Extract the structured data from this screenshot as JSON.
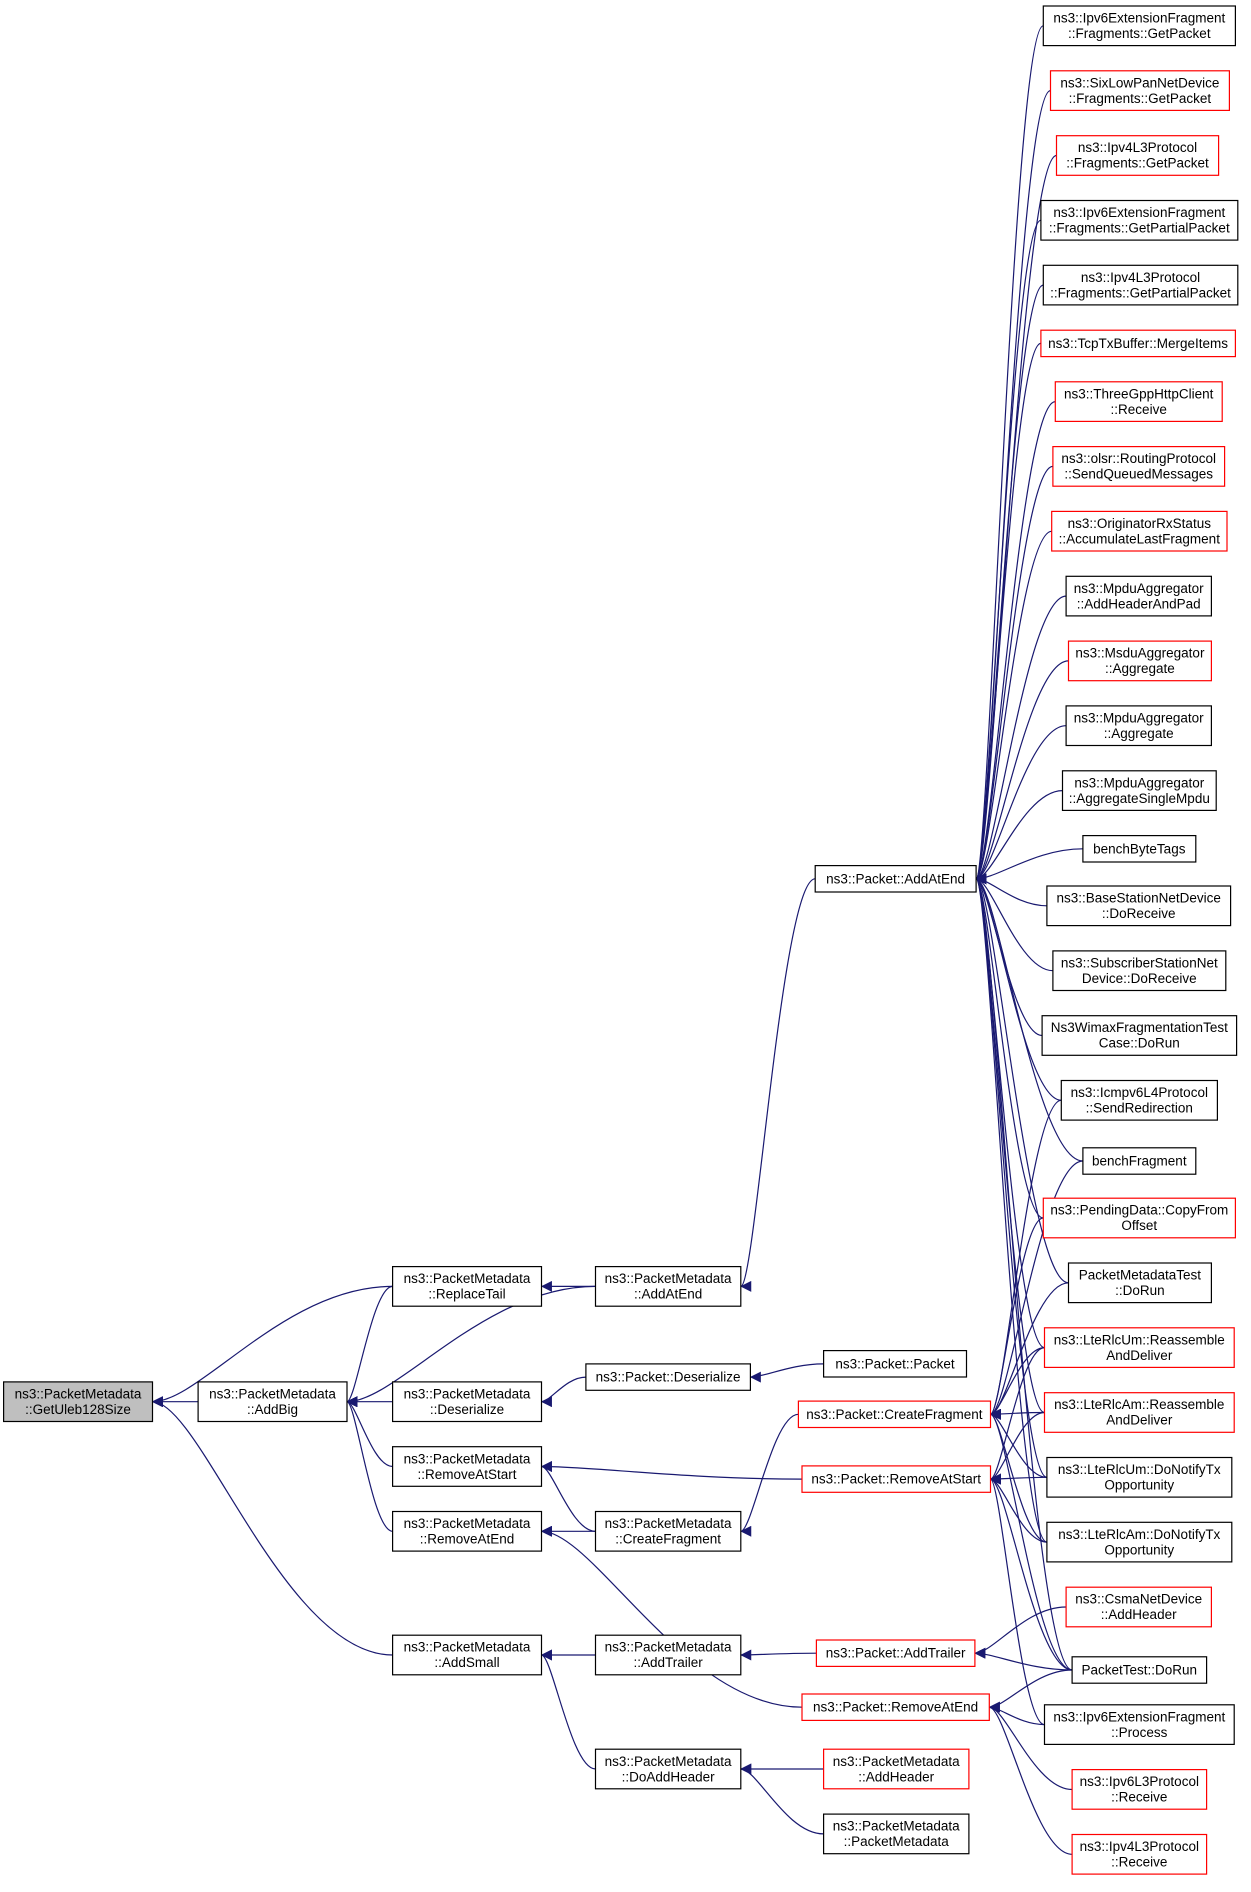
{
  "colors": {
    "edge": "#191970",
    "border_default": "#000000",
    "border_truncated": "#ff0000",
    "fill_focus": "#bfbfbf",
    "fill_default": "#ffffff"
  },
  "nodes": [
    {
      "id": "getuleb",
      "lines": [
        "ns3::PacketMetadata",
        "::GetUleb128Size"
      ],
      "style": "focus"
    },
    {
      "id": "addbig",
      "lines": [
        "ns3::PacketMetadata",
        "::AddBig"
      ],
      "style": "normal"
    },
    {
      "id": "replacetail",
      "lines": [
        "ns3::PacketMetadata",
        "::ReplaceTail"
      ],
      "style": "normal"
    },
    {
      "id": "deserialize",
      "lines": [
        "ns3::PacketMetadata",
        "::Deserialize"
      ],
      "style": "normal"
    },
    {
      "id": "removeatstart_pm",
      "lines": [
        "ns3::PacketMetadata",
        "::RemoveAtStart"
      ],
      "style": "normal"
    },
    {
      "id": "removeatend_pm",
      "lines": [
        "ns3::PacketMetadata",
        "::RemoveAtEnd"
      ],
      "style": "normal"
    },
    {
      "id": "addsmall",
      "lines": [
        "ns3::PacketMetadata",
        "::AddSmall"
      ],
      "style": "normal"
    },
    {
      "id": "addatend_pm",
      "lines": [
        "ns3::PacketMetadata",
        "::AddAtEnd"
      ],
      "style": "normal"
    },
    {
      "id": "pkt_deserialize",
      "lines": [
        "ns3::Packet::Deserialize"
      ],
      "style": "normal"
    },
    {
      "id": "createfragment_pm",
      "lines": [
        "ns3::PacketMetadata",
        "::CreateFragment"
      ],
      "style": "normal"
    },
    {
      "id": "addtrailer_pm",
      "lines": [
        "ns3::PacketMetadata",
        "::AddTrailer"
      ],
      "style": "normal"
    },
    {
      "id": "doaddheader",
      "lines": [
        "ns3::PacketMetadata",
        "::DoAddHeader"
      ],
      "style": "normal"
    },
    {
      "id": "pkt_packet",
      "lines": [
        "ns3::Packet::Packet"
      ],
      "style": "normal"
    },
    {
      "id": "pkt_addatend",
      "lines": [
        "ns3::Packet::AddAtEnd"
      ],
      "style": "normal"
    },
    {
      "id": "pkt_createfragment",
      "lines": [
        "ns3::Packet::CreateFragment"
      ],
      "style": "truncated"
    },
    {
      "id": "pkt_removeatstart",
      "lines": [
        "ns3::Packet::RemoveAtStart"
      ],
      "style": "truncated"
    },
    {
      "id": "pkt_addtrailer",
      "lines": [
        "ns3::Packet::AddTrailer"
      ],
      "style": "truncated"
    },
    {
      "id": "pkt_removeatend",
      "lines": [
        "ns3::Packet::RemoveAtEnd"
      ],
      "style": "truncated"
    },
    {
      "id": "pm_addheader",
      "lines": [
        "ns3::PacketMetadata",
        "::AddHeader"
      ],
      "style": "truncated"
    },
    {
      "id": "pm_packetmetadata",
      "lines": [
        "ns3::PacketMetadata",
        "::PacketMetadata"
      ],
      "style": "normal"
    },
    {
      "id": "r1",
      "lines": [
        "ns3::Ipv6ExtensionFragment",
        "::Fragments::GetPacket"
      ],
      "style": "normal"
    },
    {
      "id": "r2",
      "lines": [
        "ns3::SixLowPanNetDevice",
        "::Fragments::GetPacket"
      ],
      "style": "truncated"
    },
    {
      "id": "r3",
      "lines": [
        "ns3::Ipv4L3Protocol",
        "::Fragments::GetPacket"
      ],
      "style": "truncated"
    },
    {
      "id": "r4",
      "lines": [
        "ns3::Ipv6ExtensionFragment",
        "::Fragments::GetPartialPacket"
      ],
      "style": "normal"
    },
    {
      "id": "r5",
      "lines": [
        "ns3::Ipv4L3Protocol",
        "::Fragments::GetPartialPacket"
      ],
      "style": "normal"
    },
    {
      "id": "r6",
      "lines": [
        "ns3::TcpTxBuffer::MergeItems"
      ],
      "style": "truncated"
    },
    {
      "id": "r7",
      "lines": [
        "ns3::ThreeGppHttpClient",
        "::Receive"
      ],
      "style": "truncated"
    },
    {
      "id": "r8",
      "lines": [
        "ns3::olsr::RoutingProtocol",
        "::SendQueuedMessages"
      ],
      "style": "truncated"
    },
    {
      "id": "r9",
      "lines": [
        "ns3::OriginatorRxStatus",
        "::AccumulateLastFragment"
      ],
      "style": "truncated"
    },
    {
      "id": "r10",
      "lines": [
        "ns3::MpduAggregator",
        "::AddHeaderAndPad"
      ],
      "style": "normal"
    },
    {
      "id": "r11",
      "lines": [
        "ns3::MsduAggregator",
        "::Aggregate"
      ],
      "style": "truncated"
    },
    {
      "id": "r12",
      "lines": [
        "ns3::MpduAggregator",
        "::Aggregate"
      ],
      "style": "normal"
    },
    {
      "id": "r13",
      "lines": [
        "ns3::MpduAggregator",
        "::AggregateSingleMpdu"
      ],
      "style": "normal"
    },
    {
      "id": "r14",
      "lines": [
        "benchByteTags"
      ],
      "style": "normal"
    },
    {
      "id": "r15",
      "lines": [
        "ns3::BaseStationNetDevice",
        "::DoReceive"
      ],
      "style": "normal"
    },
    {
      "id": "r16",
      "lines": [
        "ns3::SubscriberStationNet",
        "Device::DoReceive"
      ],
      "style": "normal"
    },
    {
      "id": "r17",
      "lines": [
        "Ns3WimaxFragmentationTest",
        "Case::DoRun"
      ],
      "style": "normal"
    },
    {
      "id": "r18",
      "lines": [
        "ns3::Icmpv6L4Protocol",
        "::SendRedirection"
      ],
      "style": "normal"
    },
    {
      "id": "r19",
      "lines": [
        "benchFragment"
      ],
      "style": "normal"
    },
    {
      "id": "r20",
      "lines": [
        "ns3::PendingData::CopyFrom",
        "Offset"
      ],
      "style": "truncated"
    },
    {
      "id": "r21",
      "lines": [
        "PacketMetadataTest",
        "::DoRun"
      ],
      "style": "normal"
    },
    {
      "id": "r22",
      "lines": [
        "ns3::LteRlcUm::Reassemble",
        "AndDeliver"
      ],
      "style": "truncated"
    },
    {
      "id": "r23",
      "lines": [
        "ns3::LteRlcAm::Reassemble",
        "AndDeliver"
      ],
      "style": "truncated"
    },
    {
      "id": "r24",
      "lines": [
        "ns3::LteRlcUm::DoNotifyTx",
        "Opportunity"
      ],
      "style": "normal"
    },
    {
      "id": "r25",
      "lines": [
        "ns3::LteRlcAm::DoNotifyTx",
        "Opportunity"
      ],
      "style": "normal"
    },
    {
      "id": "r26",
      "lines": [
        "ns3::CsmaNetDevice",
        "::AddHeader"
      ],
      "style": "truncated"
    },
    {
      "id": "r27",
      "lines": [
        "PacketTest::DoRun"
      ],
      "style": "normal"
    },
    {
      "id": "r28",
      "lines": [
        "ns3::Ipv6ExtensionFragment",
        "::Process"
      ],
      "style": "normal"
    },
    {
      "id": "r29",
      "lines": [
        "ns3::Ipv6L3Protocol",
        "::Receive"
      ],
      "style": "truncated"
    },
    {
      "id": "r30",
      "lines": [
        "ns3::Ipv4L3Protocol",
        "::Receive"
      ],
      "style": "truncated"
    }
  ],
  "edges": [
    [
      "addbig",
      "getuleb"
    ],
    [
      "replacetail",
      "getuleb"
    ],
    [
      "addsmall",
      "getuleb"
    ],
    [
      "replacetail",
      "addbig"
    ],
    [
      "addatend_pm",
      "addbig"
    ],
    [
      "deserialize",
      "addbig"
    ],
    [
      "removeatstart_pm",
      "addbig"
    ],
    [
      "removeatend_pm",
      "addbig"
    ],
    [
      "addatend_pm",
      "replacetail"
    ],
    [
      "pkt_deserialize",
      "deserialize"
    ],
    [
      "pkt_removeatstart",
      "removeatstart_pm"
    ],
    [
      "createfragment_pm",
      "removeatstart_pm"
    ],
    [
      "createfragment_pm",
      "removeatend_pm"
    ],
    [
      "pkt_removeatend",
      "removeatend_pm"
    ],
    [
      "addtrailer_pm",
      "addsmall"
    ],
    [
      "doaddheader",
      "addsmall"
    ],
    [
      "pkt_addatend",
      "addatend_pm"
    ],
    [
      "pkt_packet",
      "pkt_deserialize"
    ],
    [
      "pkt_createfragment",
      "createfragment_pm"
    ],
    [
      "pkt_addtrailer",
      "addtrailer_pm"
    ],
    [
      "pm_addheader",
      "doaddheader"
    ],
    [
      "pm_packetmetadata",
      "doaddheader"
    ],
    [
      "r1",
      "pkt_addatend"
    ],
    [
      "r2",
      "pkt_addatend"
    ],
    [
      "r3",
      "pkt_addatend"
    ],
    [
      "r4",
      "pkt_addatend"
    ],
    [
      "r5",
      "pkt_addatend"
    ],
    [
      "r6",
      "pkt_addatend"
    ],
    [
      "r7",
      "pkt_addatend"
    ],
    [
      "r8",
      "pkt_addatend"
    ],
    [
      "r9",
      "pkt_addatend"
    ],
    [
      "r10",
      "pkt_addatend"
    ],
    [
      "r11",
      "pkt_addatend"
    ],
    [
      "r12",
      "pkt_addatend"
    ],
    [
      "r13",
      "pkt_addatend"
    ],
    [
      "r14",
      "pkt_addatend"
    ],
    [
      "r15",
      "pkt_addatend"
    ],
    [
      "r16",
      "pkt_addatend"
    ],
    [
      "r17",
      "pkt_addatend"
    ],
    [
      "r18",
      "pkt_addatend"
    ],
    [
      "r19",
      "pkt_addatend"
    ],
    [
      "r20",
      "pkt_addatend"
    ],
    [
      "r21",
      "pkt_addatend"
    ],
    [
      "r22",
      "pkt_addatend"
    ],
    [
      "r23",
      "pkt_addatend"
    ],
    [
      "r24",
      "pkt_addatend"
    ],
    [
      "r25",
      "pkt_addatend"
    ],
    [
      "r27",
      "pkt_addatend"
    ],
    [
      "r18",
      "pkt_createfragment"
    ],
    [
      "r19",
      "pkt_createfragment"
    ],
    [
      "r20",
      "pkt_createfragment"
    ],
    [
      "r21",
      "pkt_createfragment"
    ],
    [
      "r22",
      "pkt_createfragment"
    ],
    [
      "r23",
      "pkt_createfragment"
    ],
    [
      "r24",
      "pkt_createfragment"
    ],
    [
      "r25",
      "pkt_createfragment"
    ],
    [
      "r27",
      "pkt_createfragment"
    ],
    [
      "r22",
      "pkt_removeatstart"
    ],
    [
      "r23",
      "pkt_removeatstart"
    ],
    [
      "r24",
      "pkt_removeatstart"
    ],
    [
      "r25",
      "pkt_removeatstart"
    ],
    [
      "r27",
      "pkt_removeatstart"
    ],
    [
      "r28",
      "pkt_removeatstart"
    ],
    [
      "r26",
      "pkt_addtrailer"
    ],
    [
      "r27",
      "pkt_addtrailer"
    ],
    [
      "r27",
      "pkt_removeatend"
    ],
    [
      "r28",
      "pkt_removeatend"
    ],
    [
      "r29",
      "pkt_removeatend"
    ],
    [
      "r30",
      "pkt_removeatend"
    ]
  ]
}
